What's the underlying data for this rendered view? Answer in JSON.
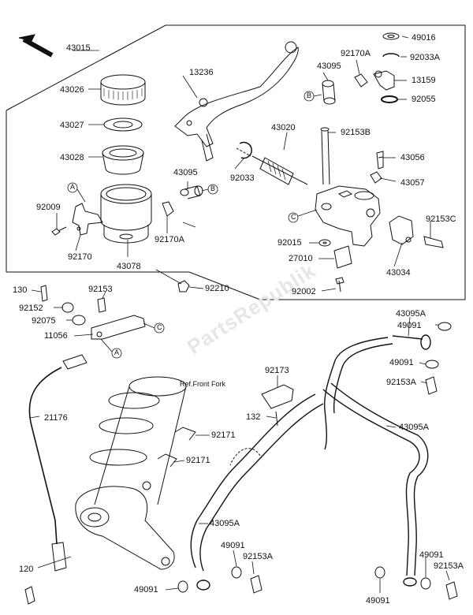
{
  "watermark": "PartsRepublik",
  "reference_note": "Ref.Front Fork",
  "circle_markers": [
    "A",
    "B",
    "C"
  ],
  "parts": {
    "p43015": "43015",
    "p43026": "43026",
    "p43027": "43027",
    "p43028": "43028",
    "p92009": "92009",
    "p92170": "92170",
    "p43078": "43078",
    "p13236": "13236",
    "p43095_top": "43095",
    "p92170A_top": "92170A",
    "p49016": "49016",
    "p92033A": "92033A",
    "p13159": "13159",
    "p92055": "92055",
    "p43020": "43020",
    "p92153B": "92153B",
    "p43056": "43056",
    "p43057": "43057",
    "p92033": "92033",
    "p43095_mid": "43095",
    "p92170A_mid": "92170A",
    "p92153C": "92153C",
    "p92015": "92015",
    "p27010": "27010",
    "p43034": "43034",
    "p92210": "92210",
    "p92002": "92002",
    "p130": "130",
    "p92153": "92153",
    "p92152": "92152",
    "p92075": "92075",
    "p11056": "11056",
    "p43095A_a": "43095A",
    "p49091_a": "49091",
    "p49091_b": "49091",
    "p92153A_a": "92153A",
    "p92173": "92173",
    "p132": "132",
    "p43095A_b": "43095A",
    "p21176": "21176",
    "p92171_a": "92171",
    "p92171_b": "92171",
    "p43095A_c": "43095A",
    "p49091_c": "49091",
    "p92153A_b": "92153A",
    "p49091_d": "49091",
    "p120": "120",
    "p49091_e": "49091",
    "p92153A_c": "92153A",
    "p49091_f": "49091"
  }
}
